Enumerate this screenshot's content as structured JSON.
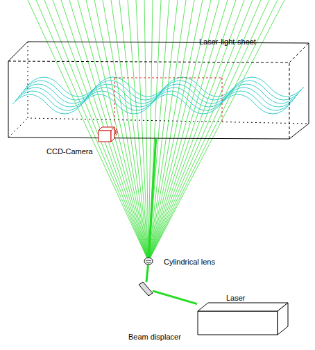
{
  "diagram": {
    "nodes": [
      {
        "text": [
          "Laser-light-sheet"
        ]
      },
      {
        "text": [
          "CCD-Camera"
        ]
      },
      {
        "text": [
          "Cylindrical lens"
        ]
      },
      {
        "text": [
          "Beam displacer"
        ]
      },
      {
        "text": [
          "Laser"
        ]
      }
    ],
    "edges": [
      {
        "from": 4,
        "to": 3,
        "arrow": "none"
      },
      {
        "from": 3,
        "to": 2,
        "arrow": "none"
      },
      {
        "from": 2,
        "to": 0,
        "arrow": "none"
      }
    ]
  }
}
